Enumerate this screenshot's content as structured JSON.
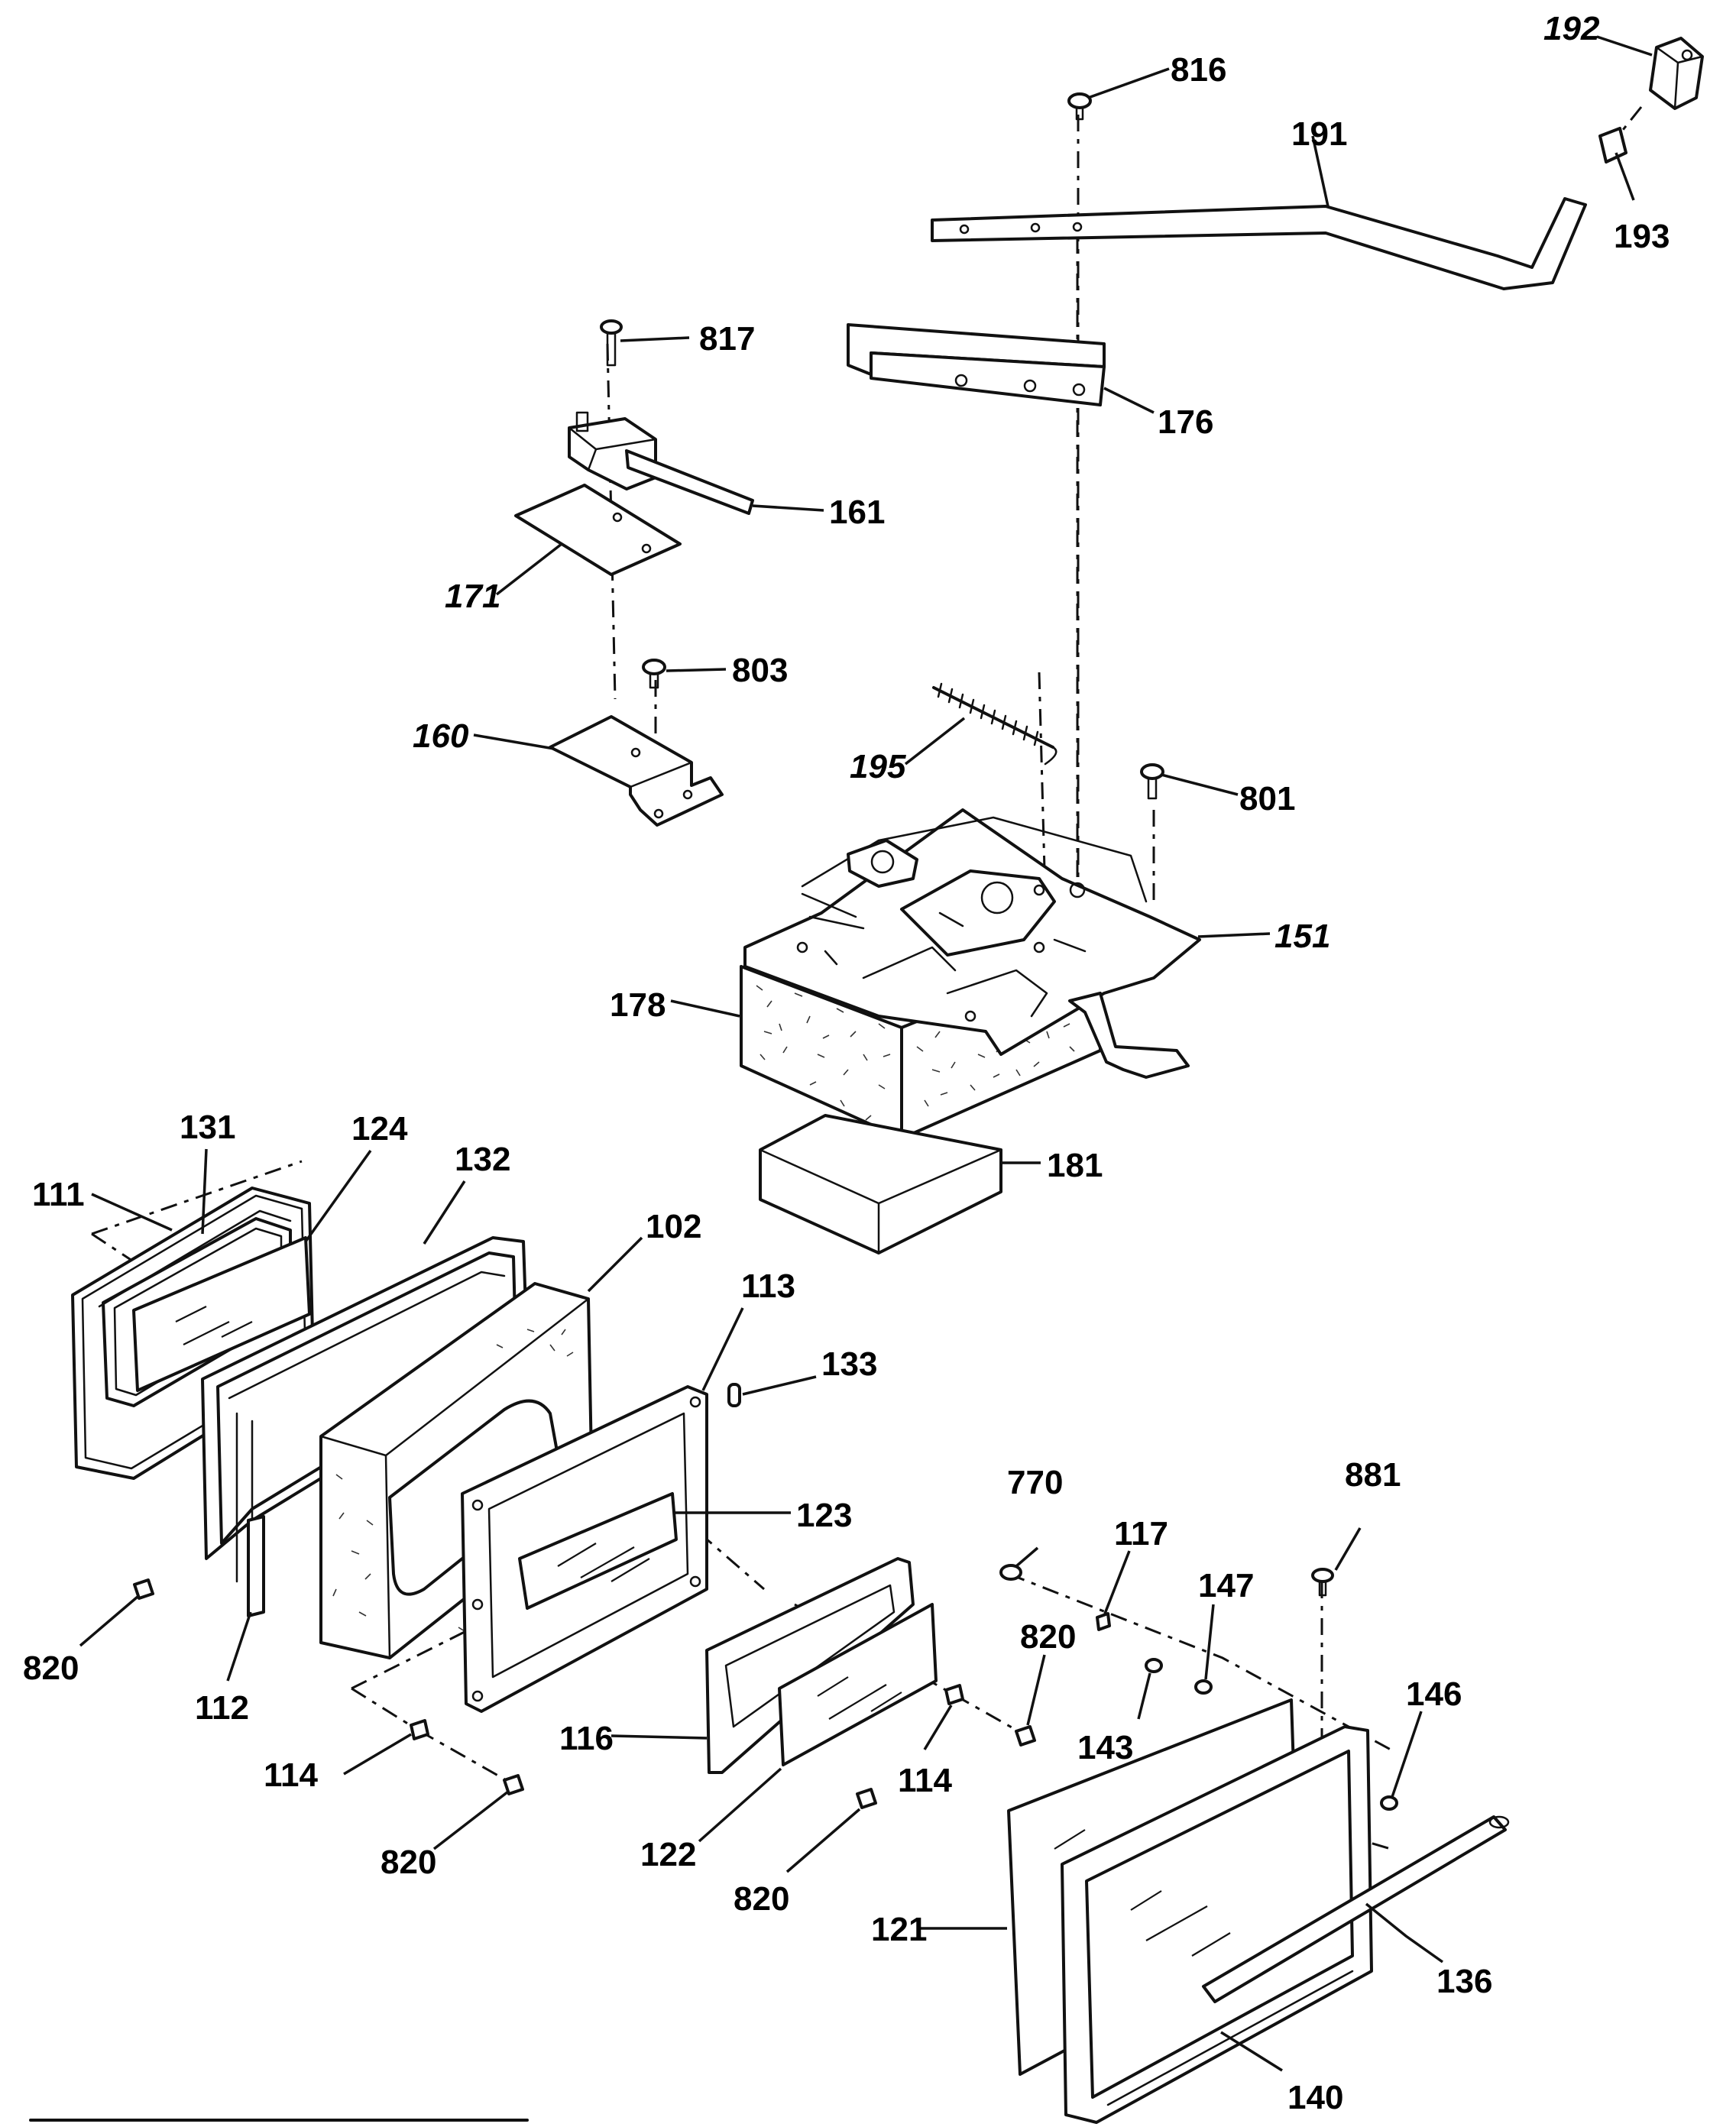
{
  "callouts": {
    "c192": "192",
    "c816": "816",
    "c191": "191",
    "c193": "193",
    "c817": "817",
    "c176": "176",
    "c161": "161",
    "c171": "171",
    "c803": "803",
    "c160": "160",
    "c195": "195",
    "c801": "801",
    "c151": "151",
    "c178": "178",
    "c181": "181",
    "c131": "131",
    "c124": "124",
    "c132": "132",
    "c111": "111",
    "c102": "102",
    "c113": "113",
    "c133": "133",
    "c123": "123",
    "c770": "770",
    "c881": "881",
    "c117": "117",
    "c147": "147",
    "c820_left": "820",
    "c112": "112",
    "c820_mid": "820",
    "c146": "146",
    "c143": "143",
    "c116": "116",
    "c114_left": "114",
    "c114_right": "114",
    "c820_bl": "820",
    "c122": "122",
    "c820_bc": "820",
    "c121": "121",
    "c136": "136",
    "c140": "140"
  }
}
